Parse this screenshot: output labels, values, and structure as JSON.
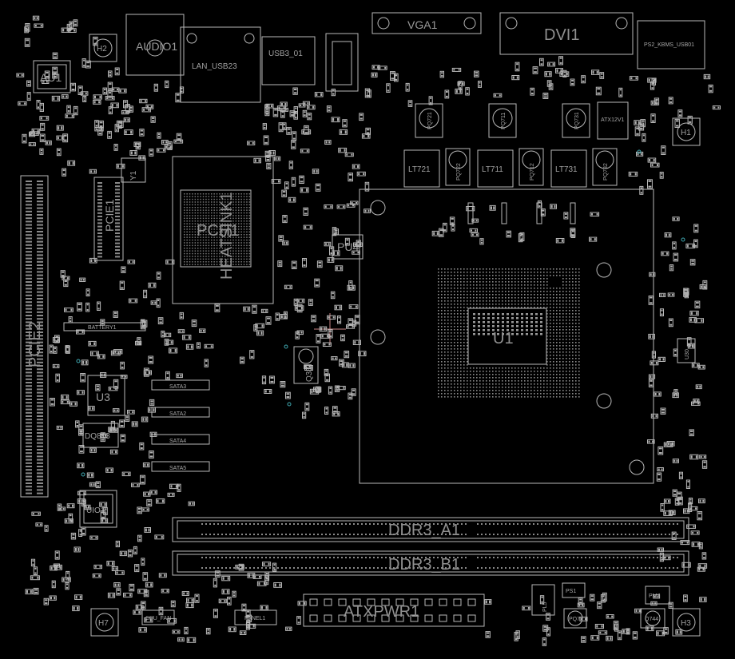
{
  "board": {
    "background": "#000000",
    "outline_color": "#b8b8b8",
    "labels": {
      "vga": "VGA1",
      "dvi": "DVI1",
      "ps2": "PS2_KBMS_USB01",
      "audio": "AUDIO1",
      "lan": "LAN_USB23",
      "usb": "USB3_01",
      "au1": "AU1",
      "h2": "H2",
      "h1": "H1",
      "h3": "H3",
      "h7": "H7",
      "pcie1": "PCIE1",
      "pcie2": "PCIE2",
      "pch": "PCH1",
      "heatsink": "HEATSINK1",
      "pu4": "PU4",
      "u1": "U1",
      "u3": "U3",
      "u30": "U30",
      "uio1": "UIO1",
      "q33": "Q33",
      "dq813": "DQ813",
      "battery": "BATTERY1",
      "ddr3_a1": "DDR3_A1",
      "ddr3_b1": "DDR3_B1",
      "atxpwr": "ATXPWR1",
      "atx12v": "ATX12V1",
      "lt721": "LT721",
      "lt711": "LT711",
      "lt731": "LT731",
      "pq721": "PQ721",
      "pq711": "PQ711",
      "pq731": "PQ731",
      "pq722": "PQ722",
      "pq712": "PQ712",
      "pq732": "PQ732",
      "y1": "Y1",
      "pl5": "PL5",
      "ps1": "PS1",
      "pq7": "PQ7",
      "q744": "Q744",
      "pm7": "PM7",
      "panel1": "PANEL1",
      "sata1": "SATA3",
      "sata2": "SATA2",
      "sata3": "SATA4",
      "sata4": "SATA5",
      "cpu_fan": "CPU_FAN"
    }
  }
}
